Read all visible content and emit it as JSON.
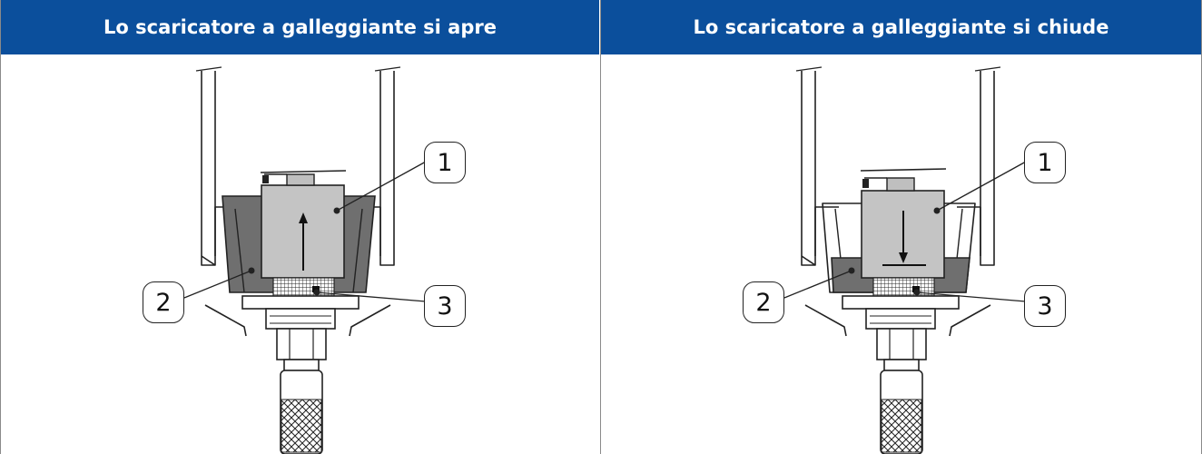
{
  "columns": [
    {
      "title": "Lo scaricatore a galleggiante si apre",
      "callouts": [
        "1",
        "2",
        "3"
      ],
      "arrow": "up-arrow-icon"
    },
    {
      "title": "Lo scaricatore a galleggiante si chiude",
      "callouts": [
        "1",
        "2",
        "3"
      ],
      "arrow": "down-arrow-icon"
    }
  ],
  "colors": {
    "header_bg": "#0b4f9c",
    "header_text": "#ffffff",
    "water": "#6f6f6f",
    "float": "#c4c4c4"
  }
}
